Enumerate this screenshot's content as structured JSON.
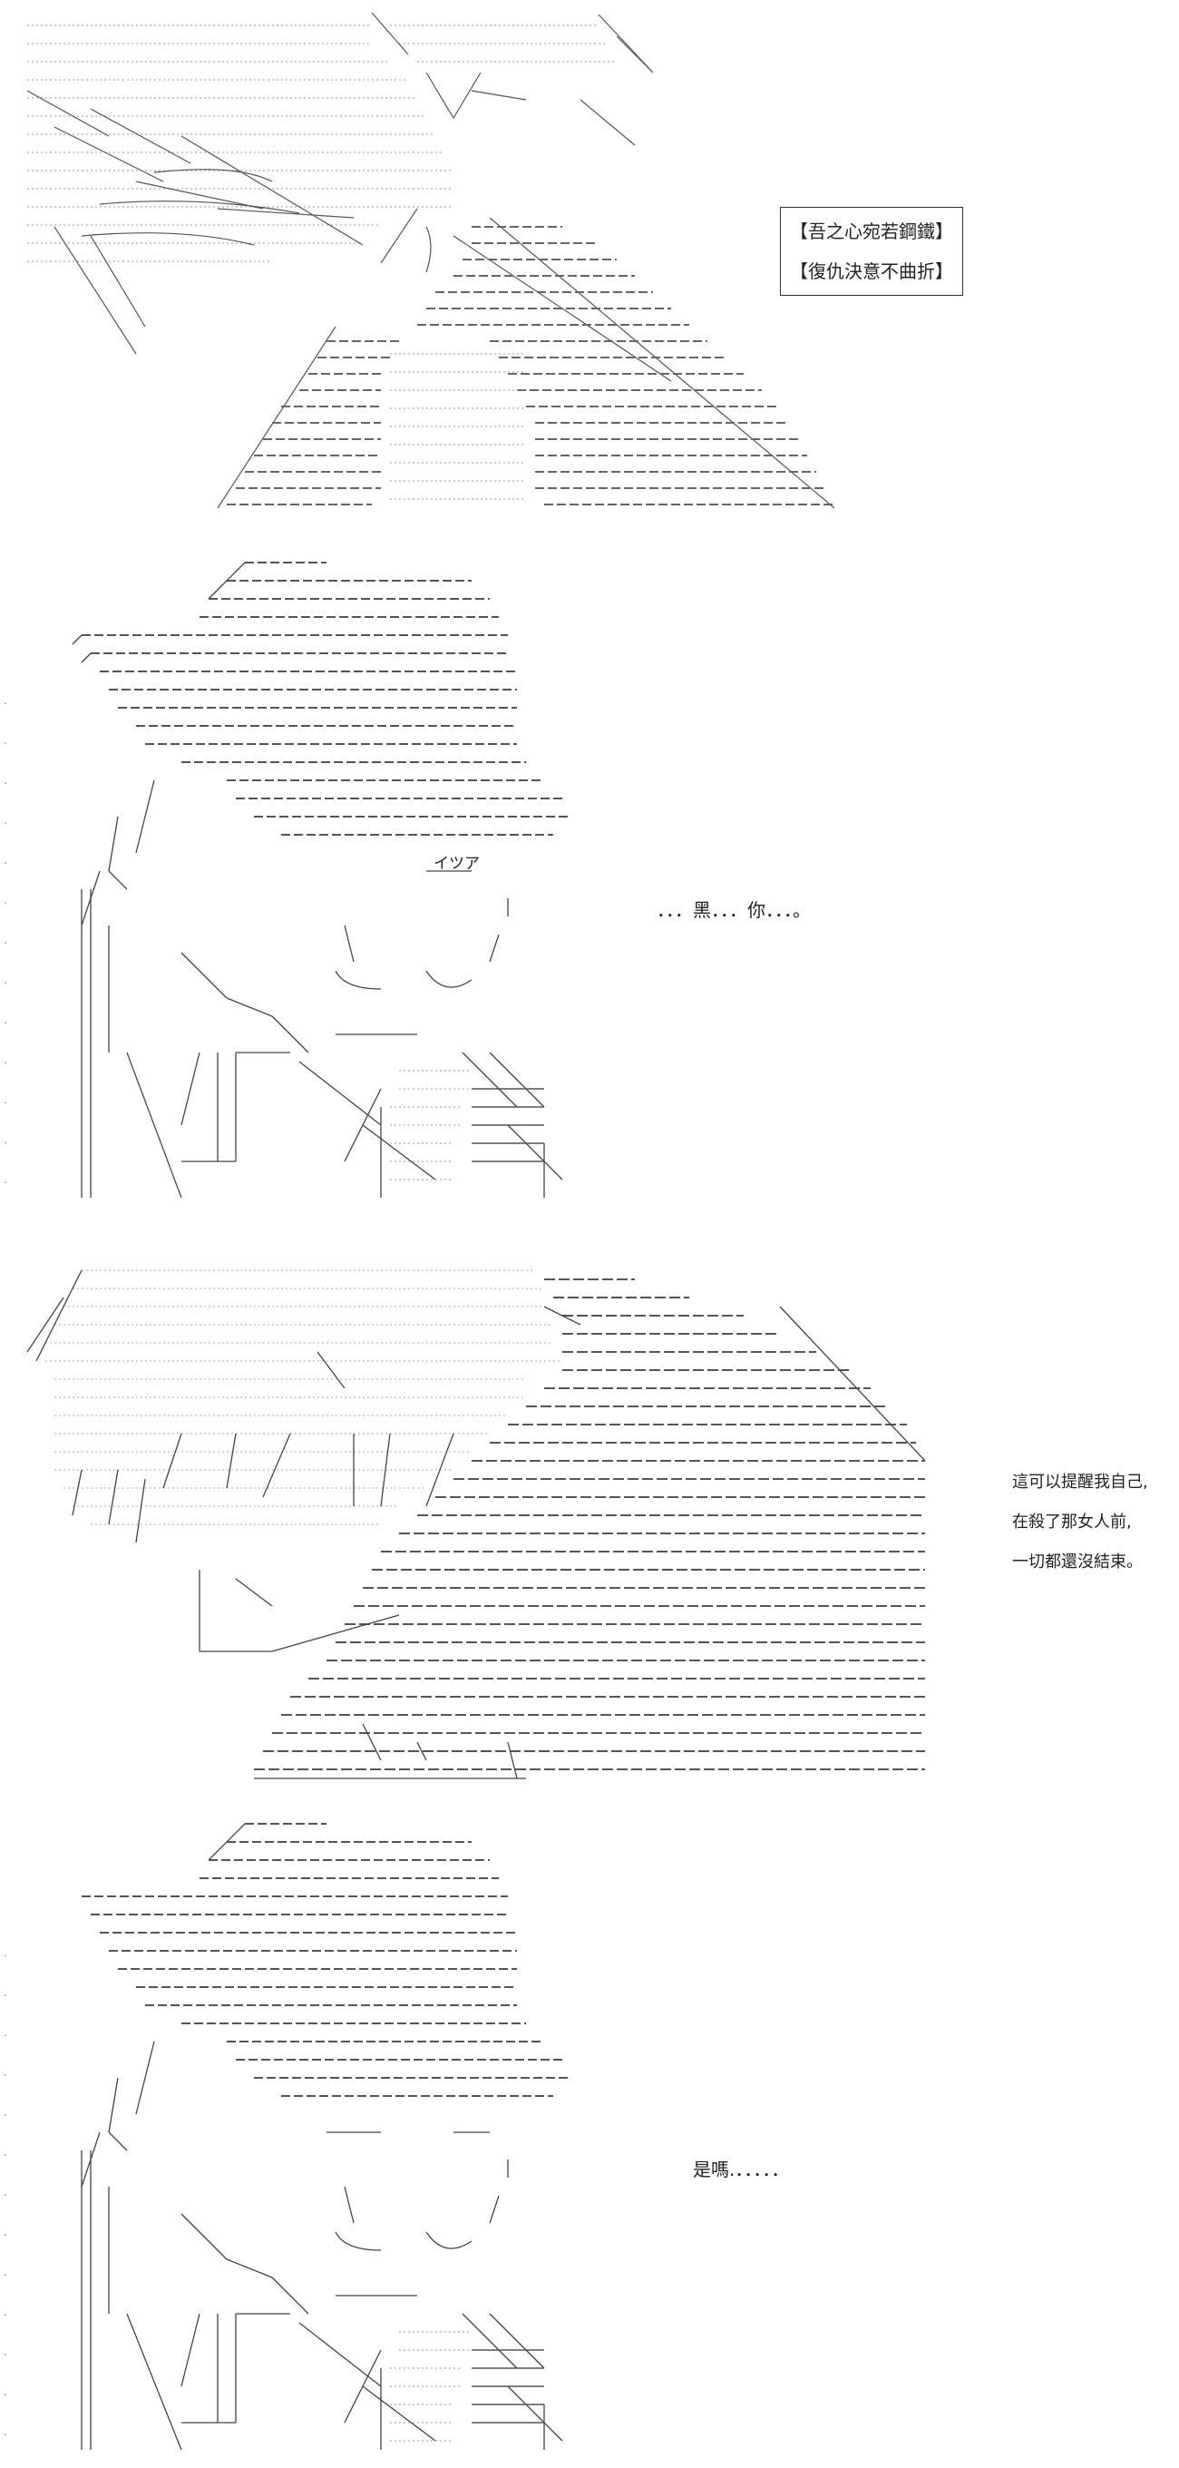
{
  "panel1": {
    "caption_lines": [
      "【吾之心宛若鋼鐵】",
      "【復仇決意不曲折】"
    ]
  },
  "panel2": {
    "sfx": "イツア",
    "line": "．．．黑．．．你．．．。"
  },
  "panel3": {
    "lines": [
      "這可以提醒我自己,",
      "在殺了那女人前,",
      "一切都還沒結束。"
    ]
  },
  "panel4": {
    "line": "是嗎.．．．．．"
  }
}
